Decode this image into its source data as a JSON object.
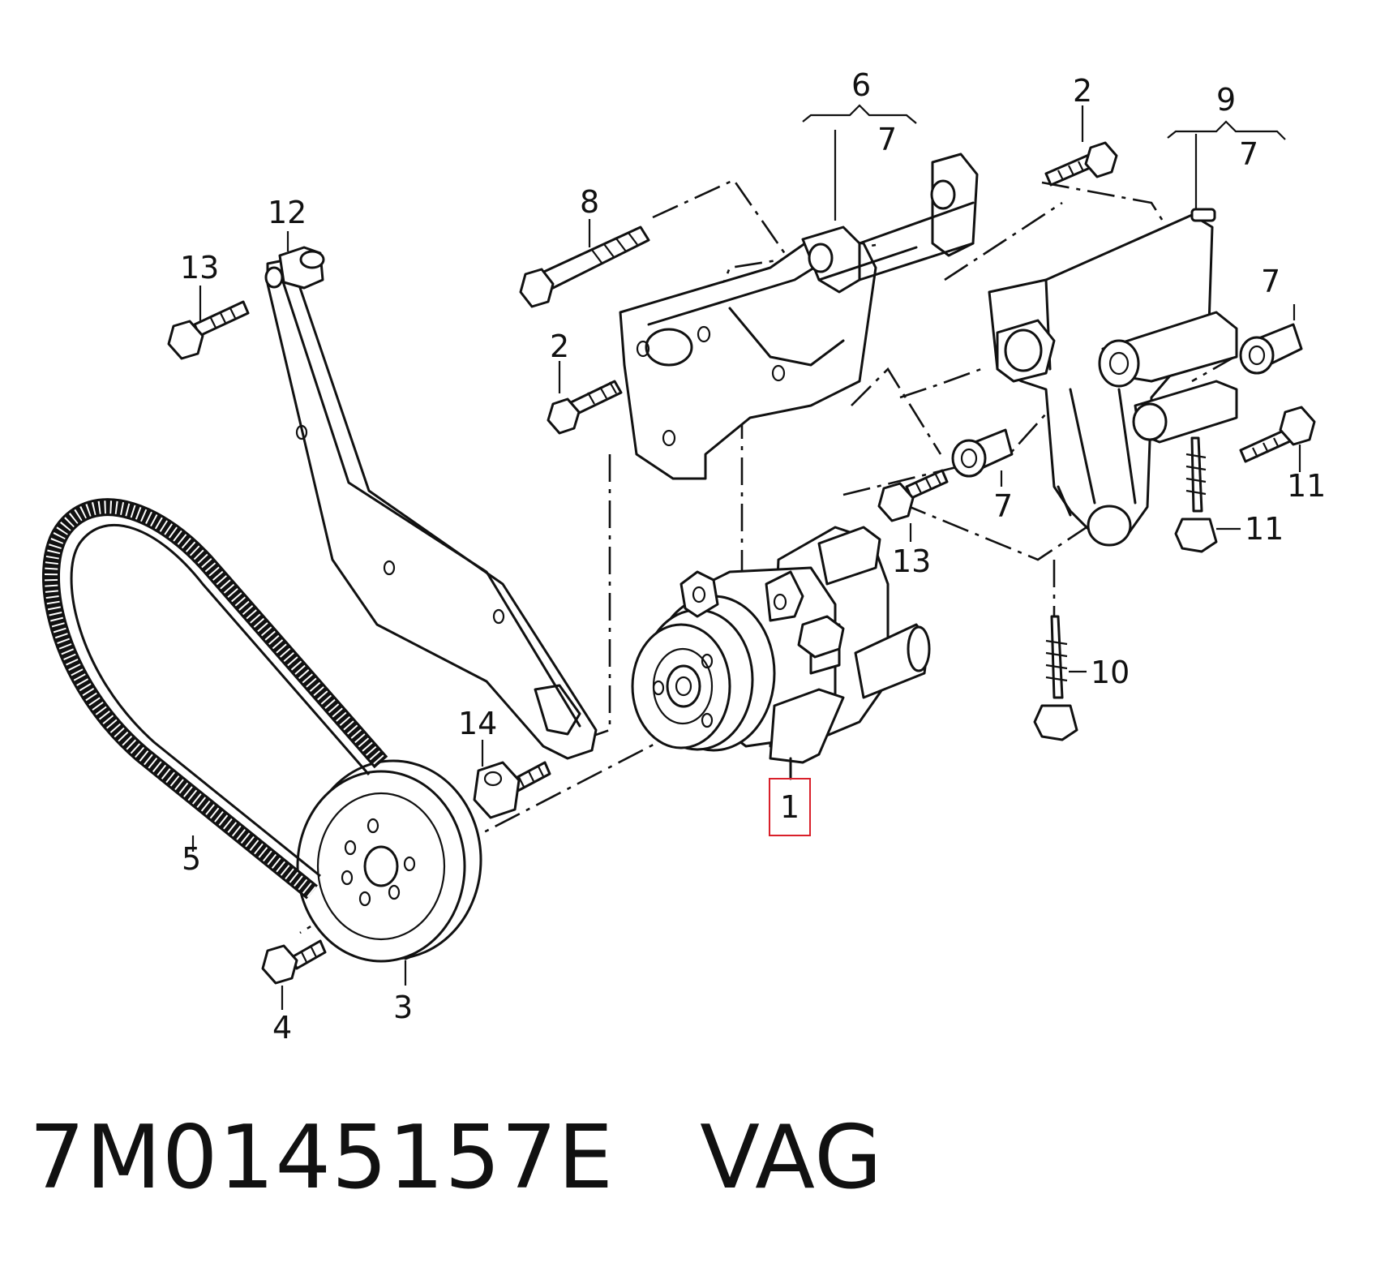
{
  "callouts": {
    "c1": "1",
    "c2a": "2",
    "c2b": "2",
    "c3": "3",
    "c4": "4",
    "c5": "5",
    "c6": "6",
    "c7a": "7",
    "c7b": "7",
    "c7c": "7",
    "c7d": "7",
    "c8": "8",
    "c9": "9",
    "c10": "10",
    "c11a": "11",
    "c11b": "11",
    "c12": "12",
    "c13a": "13",
    "c13b": "13",
    "c14": "14"
  },
  "highlight_color": "#d9202a",
  "caption": {
    "part_number": "7M0145157E",
    "brand": "VAG"
  }
}
